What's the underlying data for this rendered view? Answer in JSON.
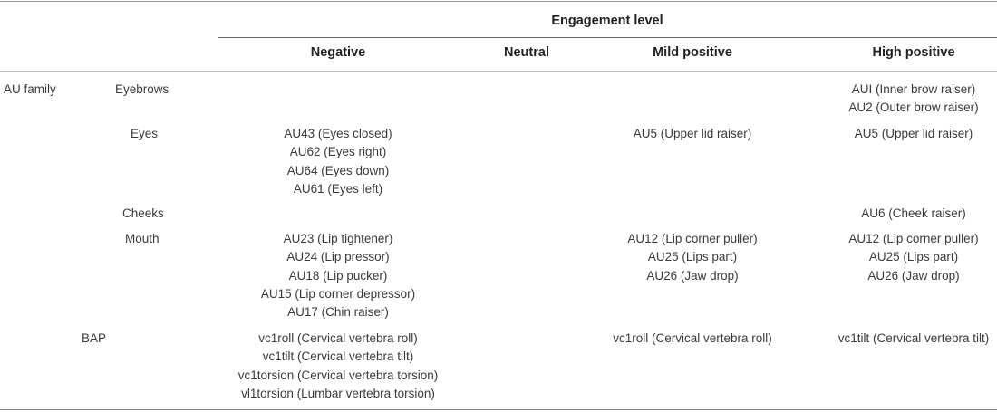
{
  "header": {
    "group_title": "Engagement level",
    "columns": [
      "Negative",
      "Neutral",
      "Mild positive",
      "High positive"
    ]
  },
  "row_group_label": "AU family",
  "rows": [
    {
      "label": "Eyebrows",
      "negative": [],
      "neutral": [],
      "mild_positive": [],
      "high_positive": [
        "AUI (Inner brow raiser)",
        "AU2 (Outer brow raiser)"
      ]
    },
    {
      "label": "Eyes",
      "negative": [
        "AU43 (Eyes closed)",
        "AU62 (Eyes right)",
        "AU64 (Eyes down)",
        "AU61 (Eyes left)"
      ],
      "neutral": [],
      "mild_positive": [
        "AU5 (Upper lid raiser)"
      ],
      "high_positive": [
        "AU5 (Upper lid raiser)"
      ]
    },
    {
      "label": "Cheeks",
      "negative": [],
      "neutral": [],
      "mild_positive": [],
      "high_positive": [
        "AU6 (Cheek raiser)"
      ]
    },
    {
      "label": "Mouth",
      "negative": [
        "AU23 (Lip tightener)",
        "AU24 (Lip pressor)",
        "AU18 (Lip pucker)",
        "AU15 (Lip corner depressor)",
        "AU17 (Chin raiser)"
      ],
      "neutral": [],
      "mild_positive": [
        "AU12 (Lip corner puller)",
        "AU25 (Lips part)",
        "AU26 (Jaw drop)"
      ],
      "high_positive": [
        "AU12 (Lip corner puller)",
        "AU25 (Lips part)",
        "AU26 (Jaw drop)"
      ]
    },
    {
      "label": "BAP",
      "negative": [
        "vc1roll (Cervical vertebra roll)",
        "vc1tilt (Cervical vertebra tilt)",
        "vc1torsion (Cervical vertebra torsion)",
        "vl1torsion (Lumbar vertebra torsion)"
      ],
      "neutral": [],
      "mild_positive": [
        "vc1roll (Cervical vertebra roll)"
      ],
      "high_positive": [
        "vc1tilt (Cervical vertebra tilt)"
      ]
    }
  ]
}
